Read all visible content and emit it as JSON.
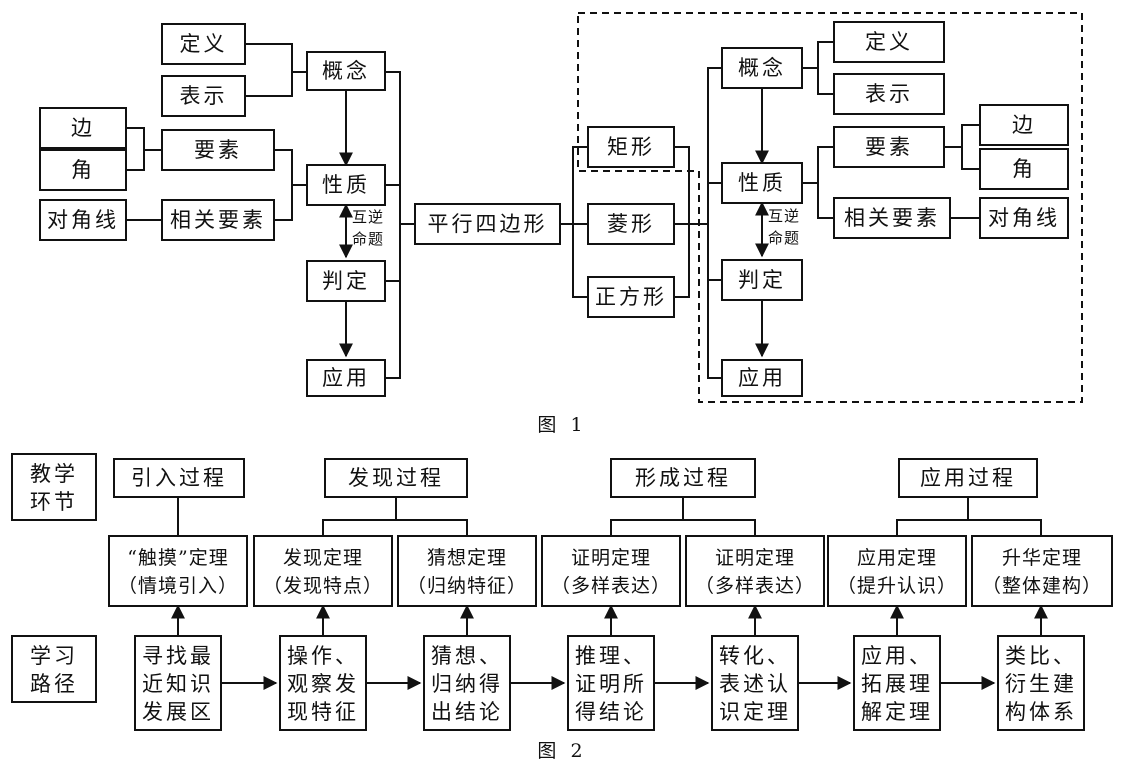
{
  "figure1": {
    "left": {
      "definition": "定义",
      "representation": "表示",
      "side": "边",
      "angle": "角",
      "elements": "要素",
      "diagonal": "对角线",
      "related_elements": "相关要素",
      "concept": "概念",
      "property": "性质",
      "converse_1": "互逆",
      "converse_2": "命题",
      "judgement": "判定",
      "application": "应用"
    },
    "center": "平行四边形",
    "shapes": [
      "矩形",
      "菱形",
      "正方形"
    ],
    "right": {
      "concept": "概念",
      "definition": "定义",
      "representation": "表示",
      "elements": "要素",
      "side": "边",
      "angle": "角",
      "property": "性质",
      "related_elements": "相关要素",
      "diagonal": "对角线",
      "converse_1": "互逆",
      "converse_2": "命题",
      "judgement": "判定",
      "application": "应用"
    },
    "caption": "图 1"
  },
  "figure2": {
    "row_label_teaching": [
      "教学",
      "环节"
    ],
    "row_label_learning": [
      "学习",
      "路径"
    ],
    "stages": [
      "引入过程",
      "发现过程",
      "形成过程",
      "应用过程"
    ],
    "theorems": [
      [
        "“触摸”定理",
        "（情境引入）"
      ],
      [
        "发现定理",
        "（发现特点）"
      ],
      [
        "猜想定理",
        "（归纳特征）"
      ],
      [
        "证明定理",
        "（多样表达）"
      ],
      [
        "证明定理",
        "（多样表达）"
      ],
      [
        "应用定理",
        "（提升认识）"
      ],
      [
        "升华定理",
        "（整体建构）"
      ]
    ],
    "paths": [
      [
        "寻找最",
        "近知识",
        "发展区"
      ],
      [
        "操作、",
        "观察发",
        "现特征"
      ],
      [
        "猜想、",
        "归纳得",
        "出结论"
      ],
      [
        "推理、",
        "证明所",
        "得结论"
      ],
      [
        "转化、",
        "表述认",
        "识定理"
      ],
      [
        "应用、",
        "拓展理",
        "解定理"
      ],
      [
        "类比、",
        "衍生建",
        "构体系"
      ]
    ],
    "caption": "图 2"
  }
}
